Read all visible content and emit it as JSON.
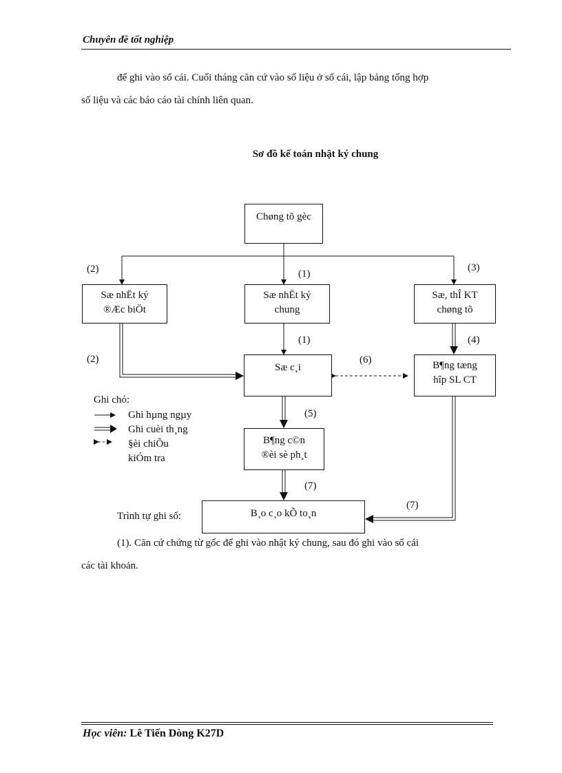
{
  "header": {
    "title": "Chuyên đề tốt nghiệp"
  },
  "intro": {
    "line1": "để ghi vào sổ cái. Cuối tháng căn cứ vào số liệu ở sổ cái, lập bảng tổng hợp",
    "line2": "số liệu và các báo cáo tài chính liên quan."
  },
  "diagram": {
    "title": "Sơ đồ kế toán nhật ký chung",
    "boxes": {
      "chung_tu_goc": "Chøng tõ gèc",
      "nhat_ky_dac_biet_1": "Sæ nhËt ký",
      "nhat_ky_dac_biet_2": "®Æc biÖt",
      "nhat_ky_chung_1": "Sæ nhËt ký",
      "nhat_ky_chung_2": "chung",
      "the_kt_1": "Sæ, thÎ KT",
      "the_kt_2": "chøng tõ",
      "so_cai": "Sæ c¸i",
      "tong_hop_1": "B¶ng tæng",
      "tong_hop_2": "hîp SL CT",
      "can_doi_1": "B¶ng c©n",
      "can_doi_2": "®èi sè ph¸t",
      "bao_cao": "B¸o c¸o kÕ to¸n"
    },
    "step_labels": {
      "s1a": "(1)",
      "s1b": "(1)",
      "s2a": "(2)",
      "s2b": "(2)",
      "s3": "(3)",
      "s4": "(4)",
      "s5": "(5)",
      "s6": "(6)",
      "s7a": "(7)",
      "s7b": "(7)"
    },
    "legend": {
      "title": "Ghi chó:",
      "daily": "Ghi hµng ngµy",
      "monthly": "Ghi cuèi th¸ng",
      "check_1": "§èi chiÕu",
      "check_2": "kiÓm tra"
    },
    "sequence_label": "Trình tự ghi sổ:"
  },
  "steps": {
    "step1_line1": "(1). Căn cứ chứng từ gốc để ghi vào nhật ký chung, sau đó ghi vào sổ cái",
    "step1_line2": "các tài khoản."
  },
  "footer": {
    "label": "Học viên:",
    "name": " Lê Tiến Dòng K27D"
  }
}
